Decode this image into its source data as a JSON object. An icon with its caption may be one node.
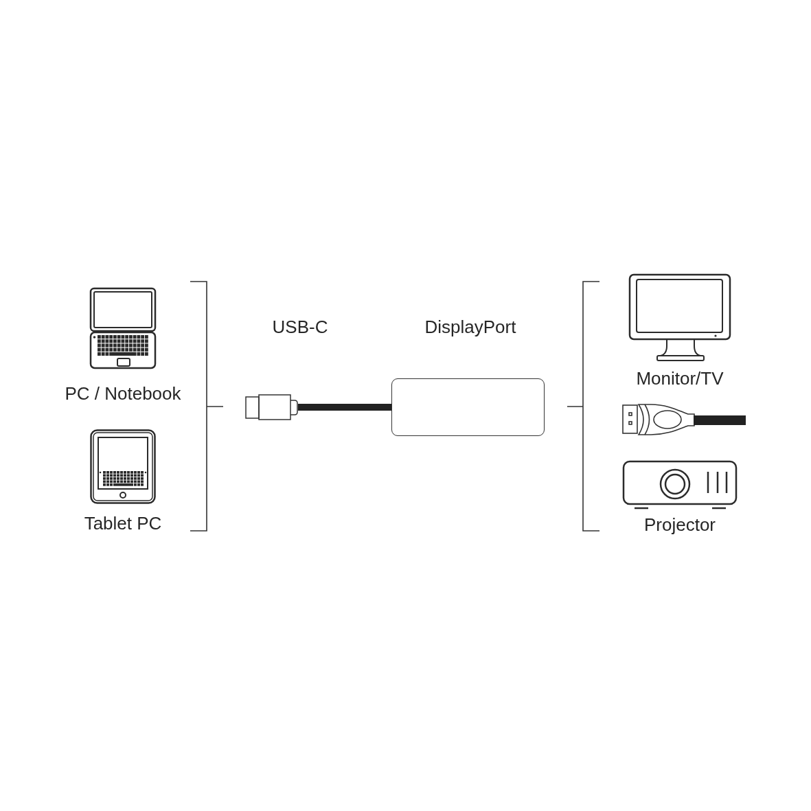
{
  "diagram": {
    "nodes": [
      {
        "text": [
          "PC / Notebook"
        ]
      },
      {
        "text": [
          "Tablet PC"
        ]
      },
      {
        "text": [],
        "shape": "box"
      },
      {
        "text": [],
        "shape": "box"
      },
      {
        "text": [
          "Monitor/TV"
        ]
      },
      {
        "text": [],
        "shape": "picture"
      },
      {
        "text": [
          "Projector"
        ]
      }
    ],
    "edges": [
      {
        "from": 2,
        "to": 3,
        "arrow": "none"
      }
    ],
    "labels": [
      "USB-C",
      "DisplayPort"
    ]
  }
}
